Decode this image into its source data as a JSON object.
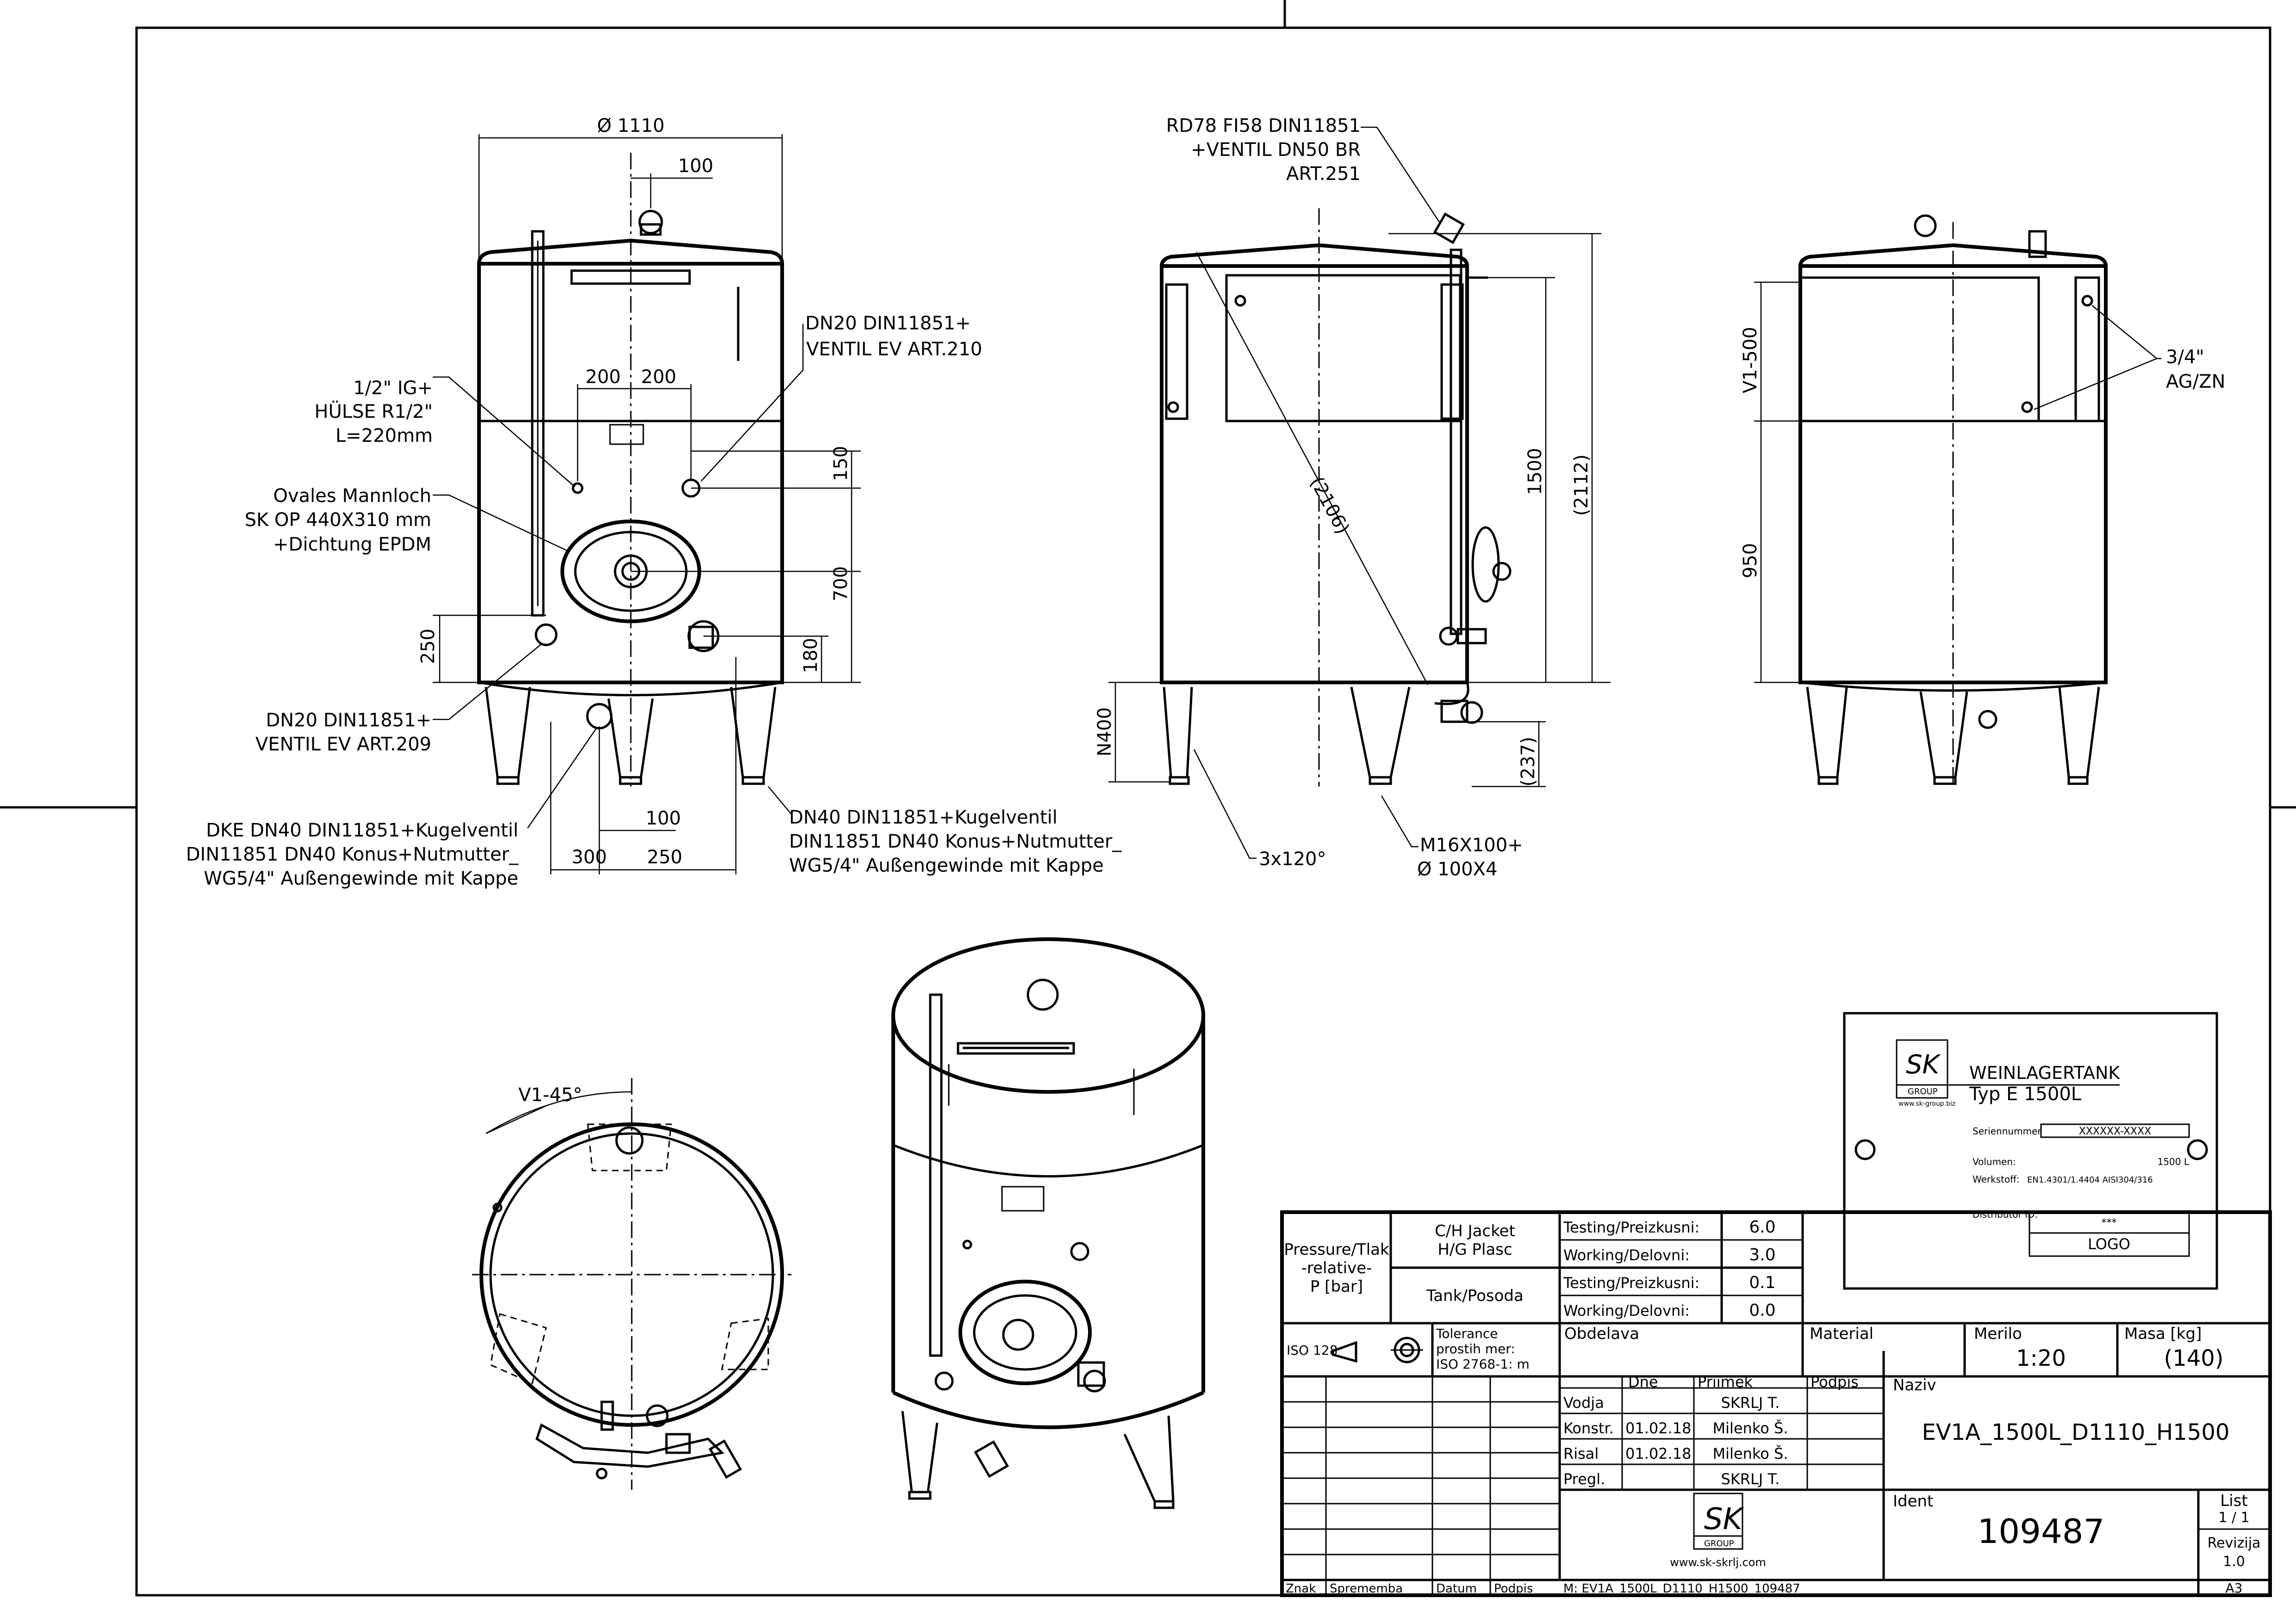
{
  "front_view": {
    "diameter": "Ø 1110",
    "dim_100_top": "100",
    "dim_200_left": "200",
    "dim_200_right": "200",
    "dim_150": "150",
    "dim_700": "700",
    "dim_250": "250",
    "dim_180": "180",
    "dim_100_bottom": "100",
    "dim_300": "300",
    "dim_250_bottom": "250",
    "callout_dn20_210": [
      "DN20 DIN11851+",
      "VENTIL EV ART.210"
    ],
    "callout_huelse": [
      "1/2\" IG+",
      "HÜLSE R1/2\"",
      "L=220mm"
    ],
    "callout_mannloch": [
      "Ovales Mannloch",
      "SK OP 440X310 mm",
      "+Dichtung EPDM"
    ],
    "callout_dn20_209": [
      "DN20 DIN11851+",
      "VENTIL EV ART.209"
    ],
    "callout_dke": [
      "DKE DN40 DIN11851+Kugelventil",
      "DIN11851 DN40 Konus+Nutmutter_",
      "WG5/4\" Außengewinde mit Kappe"
    ],
    "callout_dn40": [
      "DN40 DIN11851+Kugelventil",
      "DIN11851 DN40 Konus+Nutmutter_",
      "WG5/4\" Außengewinde mit Kappe"
    ]
  },
  "side_view": {
    "callout_rd78": [
      "RD78 FI58 DIN11851",
      "+VENTIL DN50 BR",
      "ART.251"
    ],
    "dim_2106": "(2106)",
    "dim_1500": "1500",
    "dim_2112": "(2112)",
    "dim_n400": "N400",
    "dim_237": "(237)",
    "callout_legs": "3x120°",
    "callout_m16": [
      "M16X100+",
      "Ø 100X4"
    ]
  },
  "rear_view": {
    "dim_v1_500": "V1-500",
    "dim_950": "950",
    "callout_ag": [
      "3/4\"",
      "AG/ZN"
    ]
  },
  "top_view": {
    "angle_label": "V1-45°"
  },
  "nameplate": {
    "brand_letters": "SK",
    "group": "GROUP",
    "website": "www.sk-group.biz",
    "title_line1": "WEINLAGERTANK",
    "title_line2": "Typ E   1500L",
    "serial_label": "Seriennummer",
    "serial_value": "XXXXXX-XXXX",
    "volume_label": "Volumen:",
    "volume_value": "1500  L",
    "material_label": "Werkstoff:",
    "material_value": "EN1.4301/1.4404  AISI304/316",
    "distributor_label": "Distributor ID:",
    "distributor_stars": "***",
    "distributor_logo": "LOGO"
  },
  "title_block": {
    "pressure_header": [
      "Pressure/Tlak",
      "-relative-",
      "P [bar]"
    ],
    "jacket_label": [
      "C/H Jacket",
      "H/G Plasc"
    ],
    "tank_label": "Tank/Posoda",
    "testing_label": "Testing/Preizkusni:",
    "working_label": "Working/Delovni:",
    "jacket_testing": "6.0",
    "jacket_working": "3.0",
    "tank_testing": "0.1",
    "tank_working": "0.0",
    "iso_label": "ISO 128",
    "tolerance": [
      "Tolerance",
      "prostih mer:",
      "ISO 2768-1: m"
    ],
    "obdelava": "Obdelava",
    "material": "Material",
    "merilo_label": "Merilo",
    "merilo_value": "1:20",
    "masa_label": "Masa [kg]",
    "masa_value": "(140)",
    "col_dne": "Dne",
    "col_priimek": "Priimek",
    "col_podpis": "Podpis",
    "naziv_label": "Naziv",
    "naziv_value": "EV1A_1500L_D1110_H1500",
    "rows": [
      {
        "role": "Vodja",
        "date": "",
        "name": "SKRLJ T."
      },
      {
        "role": "Konstr.",
        "date": "01.02.18",
        "name": "Milenko Š."
      },
      {
        "role": "Risal",
        "date": "01.02.18",
        "name": "Milenko Š."
      },
      {
        "role": "Pregl.",
        "date": "",
        "name": "SKRLJ T."
      }
    ],
    "ident_label": "Ident",
    "ident_value": "109487",
    "list_label": "List",
    "list_value": "1 / 1",
    "revizija_label": "Revizija",
    "revizija_value": "1.0",
    "format": "A3",
    "logo_letters": "SK",
    "logo_group": "GROUP",
    "website": "www.sk-skrlj.com",
    "footer_znak": "Znak",
    "footer_sprememba": "Sprememba",
    "footer_datum": "Datum",
    "footer_podpis": "Podpis",
    "footer_model": "M: EV1A_1500L_D1110_H1500_109487"
  }
}
